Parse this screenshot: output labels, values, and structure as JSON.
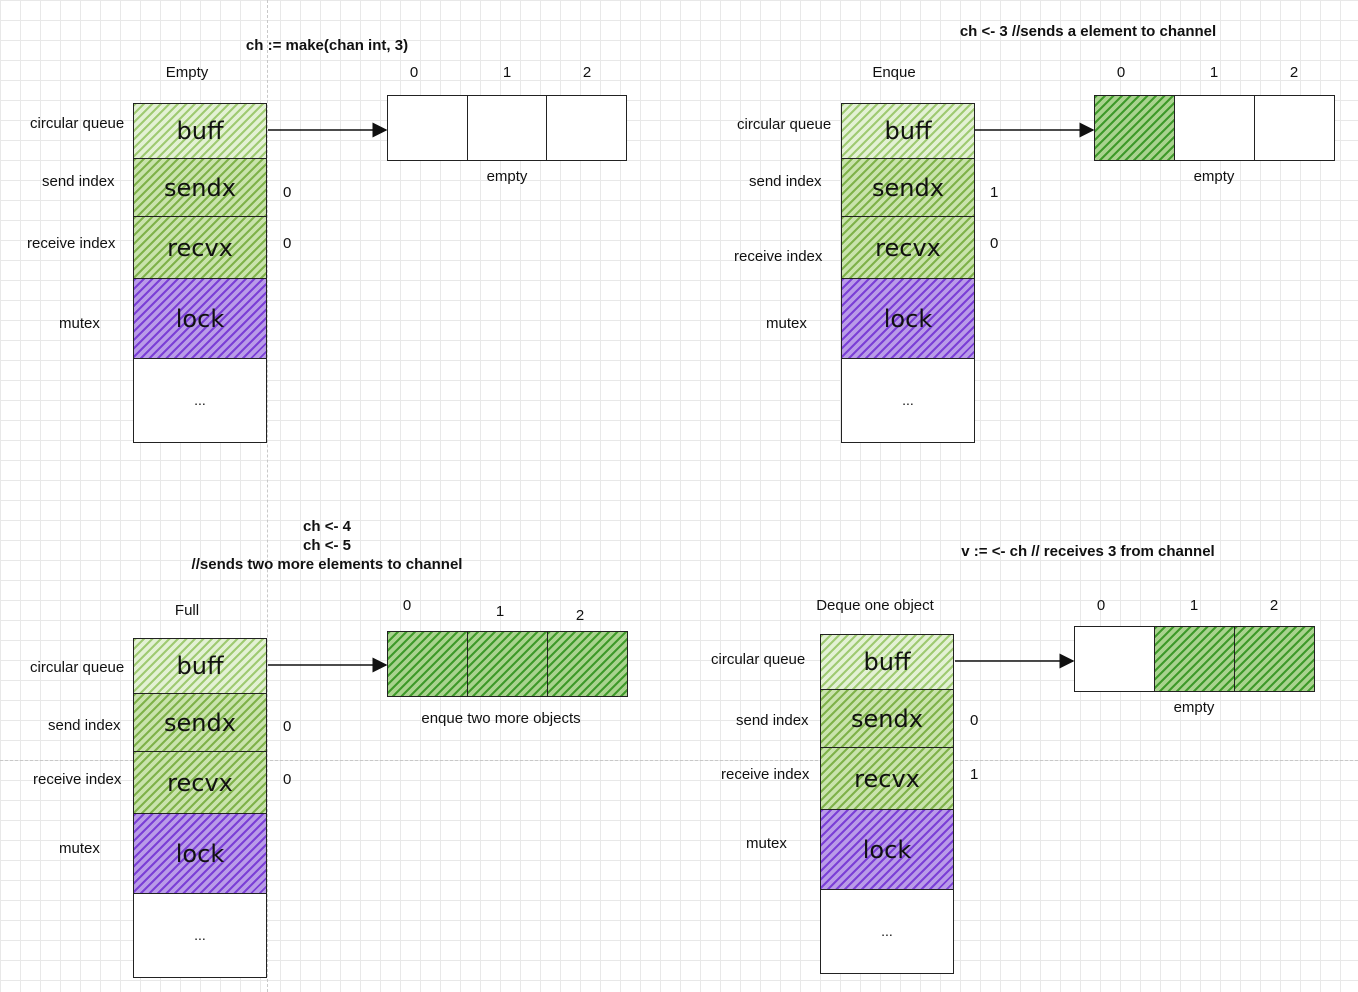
{
  "panels": [
    {
      "title_lines": [
        "ch := make(chan int, 3)"
      ],
      "state": "Empty",
      "labels": {
        "circular_queue": "circular queue",
        "send_index": "send index",
        "receive_index": "receive index",
        "mutex": "mutex"
      },
      "fields": {
        "buff": "buff",
        "sendx": "sendx",
        "recvx": "recvx",
        "lock": "lock",
        "rest": "..."
      },
      "sendx_value": "0",
      "recvx_value": "0",
      "slot_indices": [
        "0",
        "1",
        "2"
      ],
      "slots_filled": [
        false,
        false,
        false
      ],
      "queue_caption": "empty"
    },
    {
      "title_lines": [
        "ch <- 3 //sends a element to channel"
      ],
      "state": "Enque",
      "labels": {
        "circular_queue": "circular queue",
        "send_index": "send index",
        "receive_index": "receive index",
        "mutex": "mutex"
      },
      "fields": {
        "buff": "buff",
        "sendx": "sendx",
        "recvx": "recvx",
        "lock": "lock",
        "rest": "..."
      },
      "sendx_value": "1",
      "recvx_value": "0",
      "slot_indices": [
        "0",
        "1",
        "2"
      ],
      "slots_filled": [
        true,
        false,
        false
      ],
      "queue_caption": "empty"
    },
    {
      "title_lines": [
        "ch <- 4",
        "ch <- 5",
        "//sends two more elements to channel"
      ],
      "state": "Full",
      "labels": {
        "circular_queue": "circular queue",
        "send_index": "send index",
        "receive_index": "receive index",
        "mutex": "mutex"
      },
      "fields": {
        "buff": "buff",
        "sendx": "sendx",
        "recvx": "recvx",
        "lock": "lock",
        "rest": "..."
      },
      "sendx_value": "0",
      "recvx_value": "0",
      "slot_indices": [
        "0",
        "1",
        "2"
      ],
      "slots_filled": [
        true,
        true,
        true
      ],
      "queue_caption": "enque two more objects"
    },
    {
      "title_lines": [
        "v := <- ch // receives 3 from channel"
      ],
      "state": "Deque one object",
      "labels": {
        "circular_queue": "circular queue",
        "send_index": "send index",
        "receive_index": "receive index",
        "mutex": "mutex"
      },
      "fields": {
        "buff": "buff",
        "sendx": "sendx",
        "recvx": "recvx",
        "lock": "lock",
        "rest": "..."
      },
      "sendx_value": "0",
      "recvx_value": "1",
      "slot_indices": [
        "0",
        "1",
        "2"
      ],
      "slots_filled": [
        false,
        true,
        true
      ],
      "queue_caption": "empty"
    }
  ],
  "colors": {
    "field_green": "#7fb24a",
    "field_purple": "#7b3fd6",
    "slot_green": "#3f9a2a"
  }
}
